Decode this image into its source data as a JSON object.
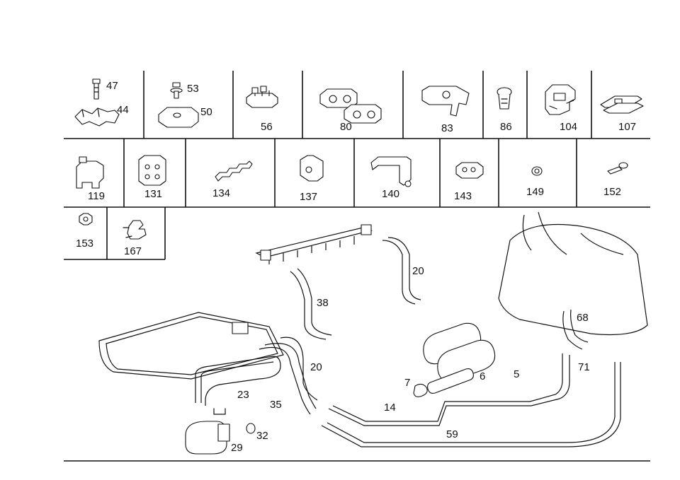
{
  "small_parts": [
    {
      "id": "p47",
      "label": "47"
    },
    {
      "id": "p44",
      "label": "44"
    },
    {
      "id": "p53",
      "label": "53"
    },
    {
      "id": "p50",
      "label": "50"
    },
    {
      "id": "p56",
      "label": "56"
    },
    {
      "id": "p80",
      "label": "80"
    },
    {
      "id": "p83",
      "label": "83"
    },
    {
      "id": "p86",
      "label": "86"
    },
    {
      "id": "p104",
      "label": "104"
    },
    {
      "id": "p107",
      "label": "107"
    },
    {
      "id": "p119",
      "label": "119"
    },
    {
      "id": "p131",
      "label": "131"
    },
    {
      "id": "p134",
      "label": "134"
    },
    {
      "id": "p137",
      "label": "137"
    },
    {
      "id": "p140",
      "label": "140"
    },
    {
      "id": "p143",
      "label": "143"
    },
    {
      "id": "p149",
      "label": "149"
    },
    {
      "id": "p152",
      "label": "152"
    },
    {
      "id": "p153",
      "label": "153"
    },
    {
      "id": "p167",
      "label": "167"
    }
  ],
  "assembly_callouts": [
    {
      "id": "c20a",
      "label": "20"
    },
    {
      "id": "c38",
      "label": "38"
    },
    {
      "id": "c68",
      "label": "68"
    },
    {
      "id": "c71",
      "label": "71"
    },
    {
      "id": "c20b",
      "label": "20"
    },
    {
      "id": "c23",
      "label": "23"
    },
    {
      "id": "c35",
      "label": "35"
    },
    {
      "id": "c7",
      "label": "7"
    },
    {
      "id": "c6",
      "label": "6"
    },
    {
      "id": "c5",
      "label": "5"
    },
    {
      "id": "c14",
      "label": "14"
    },
    {
      "id": "c59",
      "label": "59"
    },
    {
      "id": "c32",
      "label": "32"
    },
    {
      "id": "c29",
      "label": "29"
    }
  ]
}
